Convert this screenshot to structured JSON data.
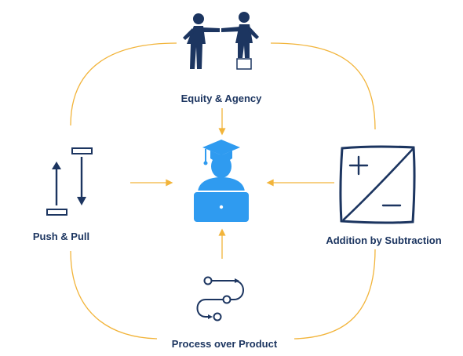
{
  "diagram": {
    "nodes": {
      "top": {
        "label": "Equity & Agency"
      },
      "left": {
        "label": "Push & Pull"
      },
      "right": {
        "label": "Addition by Subtraction"
      },
      "bottom": {
        "label": "Process over Product"
      }
    },
    "center": {
      "icon": "graduate-with-laptop-icon"
    },
    "icons": {
      "top": "handshake-figures-icon",
      "left": "push-pull-arrows-icon",
      "right": "plus-minus-box-icon",
      "bottom": "process-flow-icon"
    }
  },
  "colors": {
    "navy": "#1c3560",
    "accent_blue": "#2f9bf0",
    "connector_orange": "#f2b43a"
  }
}
